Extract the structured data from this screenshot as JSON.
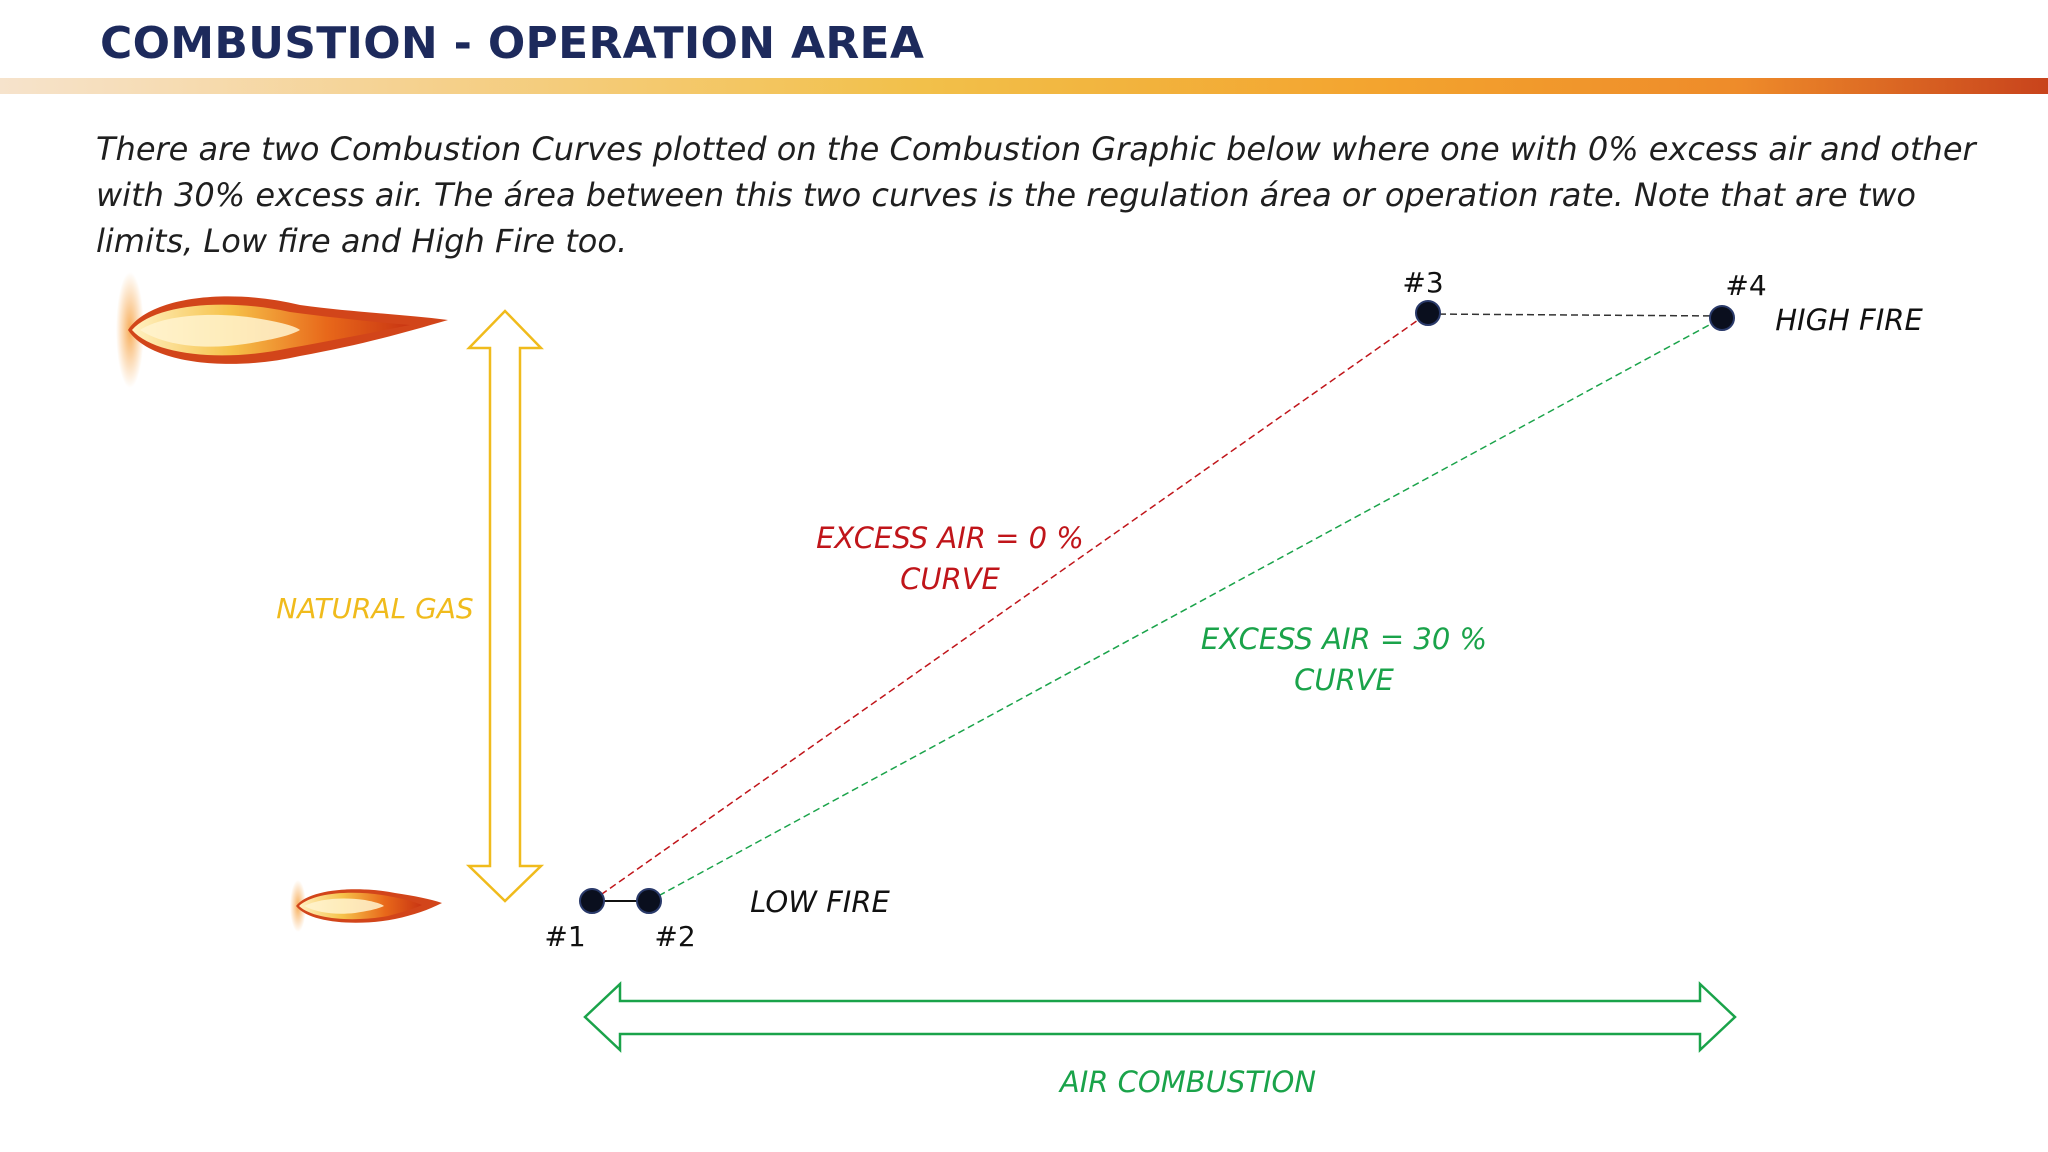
{
  "slide": {
    "title": "COMBUSTION - OPERATION AREA",
    "description": [
      "There are two Combustion Curves plotted on the Combustion Graphic below where one with 0% excess air and other",
      "with 30% excess air. The área between this two curves is the regulation área or operation rate. Note that are two",
      "limits, Low fire and High Fire too."
    ]
  },
  "diagram": {
    "natural_gas_label": "NATURAL GAS",
    "air_combustion_label": "AIR COMBUSTION",
    "low_fire_label": "LOW FIRE",
    "high_fire_label": "HIGH FIRE",
    "curve_0": {
      "line1": "EXCESS AIR = 0 %",
      "line2": "CURVE",
      "color": "#c0151a"
    },
    "curve_30": {
      "line1": "EXCESS AIR = 30 %",
      "line2": "CURVE",
      "color": "#1aa34a"
    },
    "points": {
      "p1": "#1",
      "p2": "#2",
      "p3": "#3",
      "p4": "#4"
    },
    "colors": {
      "gas_arrow": "#f0bb1c",
      "air_arrow": "#1aa34a",
      "title": "#1d2a5c"
    }
  }
}
